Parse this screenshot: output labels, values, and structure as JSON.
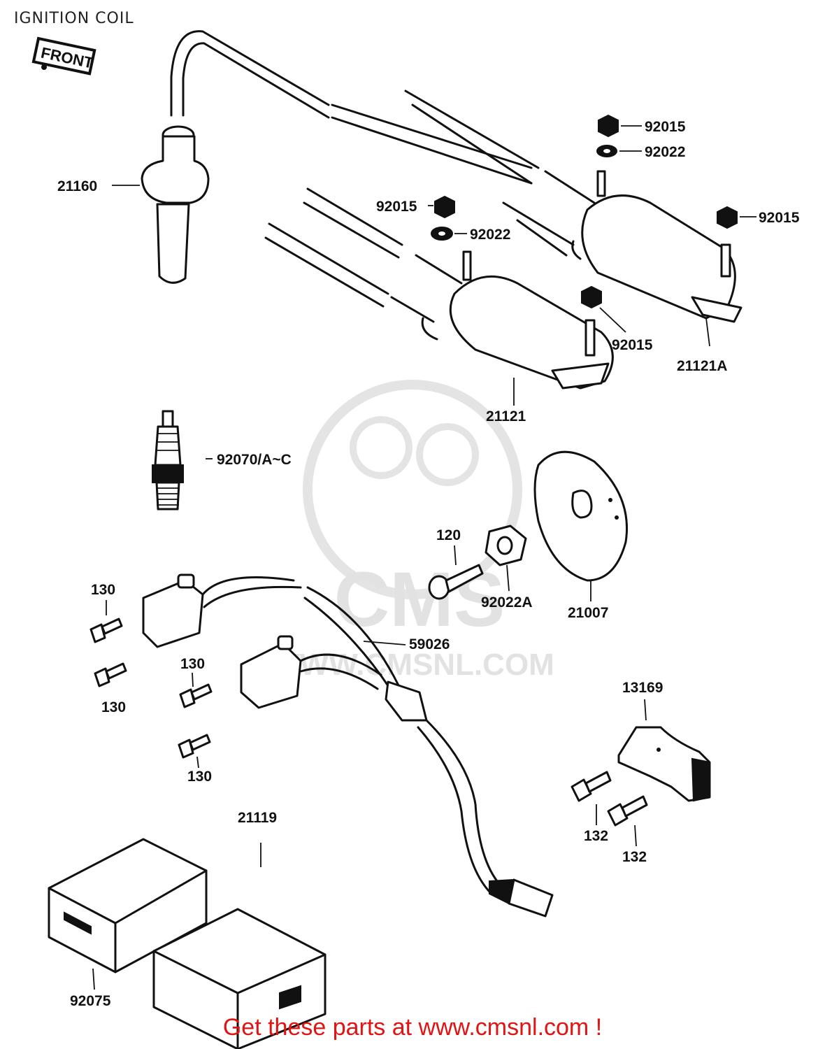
{
  "title": "IGNITION COIL",
  "front_label": "FRONT",
  "watermark": {
    "logo_text": "CMS",
    "url_text": "WWW.CMSNL.COM"
  },
  "footer": "Get these parts at www.cmsnl.com !",
  "colors": {
    "footer_text": "#e11414",
    "line": "#111111",
    "watermark": "#e2e2e2"
  },
  "part_labels": {
    "p21160": "21160",
    "p92015_a": "92015",
    "p92022_a": "92022",
    "p92015_b": "92015",
    "p92022_b": "92022",
    "p92015_c": "92015",
    "p92015_d": "92015",
    "p21121A": "21121A",
    "p21121": "21121",
    "p92070": "92070/A~C",
    "p120": "120",
    "p92022A": "92022A",
    "p21007": "21007",
    "p59026": "59026",
    "p130_a": "130",
    "p130_b": "130",
    "p130_c": "130",
    "p130_d": "130",
    "p13169": "13169",
    "p132_a": "132",
    "p132_b": "132",
    "p21119": "21119",
    "p92075": "92075"
  }
}
